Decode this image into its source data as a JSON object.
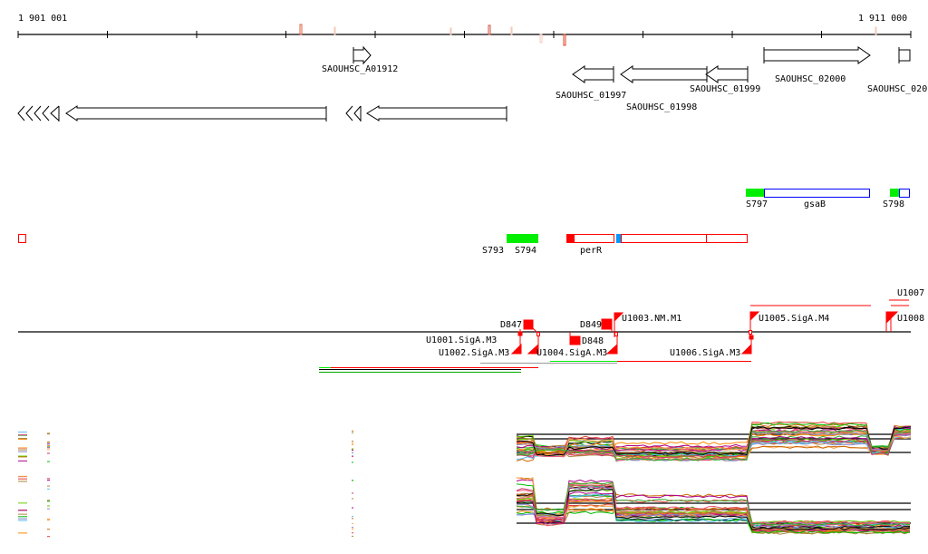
{
  "ruler": {
    "start_label": "1 901 001",
    "end_label": "1 911 000"
  },
  "genes": [
    {
      "label": "SAOUHSC_A01912",
      "strand": "+"
    },
    {
      "label": "SAOUHSC_01997",
      "strand": "-"
    },
    {
      "label": "SAOUHSC_01998",
      "strand": "-"
    },
    {
      "label": "SAOUHSC_01999",
      "strand": "-"
    },
    {
      "label": "SAOUHSC_02000",
      "strand": "+"
    },
    {
      "label": "SAOUHSC_020",
      "strand": "+"
    }
  ],
  "annotations": {
    "s797": "S797",
    "gsab": "gsaB",
    "s798": "S798",
    "s793": "S793",
    "s794": "S794",
    "perr": "perR"
  },
  "features": {
    "d847": "D847",
    "d848": "D848",
    "d849": "D849",
    "u1001": "U1001.SigA.M3",
    "u1002": "U1002.SigA.M3",
    "u1003": "U1003.NM.M1",
    "u1004": "U1004.SigA.M3",
    "u1005": "U1005.SigA.M4",
    "u1006": "U1006.SigA.M3",
    "u1007": "U1007",
    "u1008": "U1008"
  },
  "colors": {
    "red": "#ff0000",
    "green": "#00ee00",
    "blue": "#0000ff",
    "cyan": "#0099ff"
  }
}
